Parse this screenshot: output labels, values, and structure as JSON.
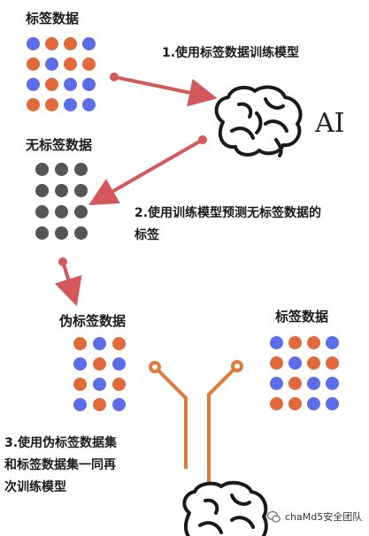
{
  "colors": {
    "blue": "#5b6ee8",
    "orange": "#e06a3b",
    "gray": "#555555",
    "arrow": "#d2585a",
    "brain": "#1a1a1a"
  },
  "labeled_set": {
    "title": "标签数据",
    "rows": [
      [
        "blue",
        "orange",
        "orange",
        "blue"
      ],
      [
        "orange",
        "blue",
        "orange",
        "orange"
      ],
      [
        "blue",
        "orange",
        "blue",
        "blue"
      ],
      [
        "orange",
        "orange",
        "blue",
        "blue"
      ]
    ]
  },
  "unlabeled_set": {
    "title": "无标签数据",
    "rows": [
      [
        "gray",
        "gray",
        "gray"
      ],
      [
        "gray",
        "gray",
        "gray"
      ],
      [
        "gray",
        "gray",
        "gray"
      ],
      [
        "gray",
        "gray",
        "gray"
      ]
    ]
  },
  "pseudo_set": {
    "title": "伪标签数据",
    "rows": [
      [
        "orange",
        "blue",
        "orange"
      ],
      [
        "blue",
        "orange",
        "blue"
      ],
      [
        "orange",
        "blue",
        "orange"
      ],
      [
        "blue",
        "orange",
        "blue"
      ]
    ]
  },
  "labeled_set_2": {
    "title": "标签数据",
    "rows": [
      [
        "blue",
        "orange",
        "orange",
        "blue"
      ],
      [
        "orange",
        "blue",
        "orange",
        "orange"
      ],
      [
        "blue",
        "orange",
        "blue",
        "blue"
      ],
      [
        "orange",
        "orange",
        "blue",
        "blue"
      ]
    ]
  },
  "steps": {
    "step1": "1.使用标签数据训练模型",
    "step2_line1": "2.使用训练模型预测无标签数据的",
    "step2_line2": "标签",
    "step3_line1": "3.使用伪标签数据集",
    "step3_line2": "和标签数据集一同再",
    "step3_line3": "次训练模型"
  },
  "model_label": "AI",
  "watermark": "chaMd5安全团队"
}
